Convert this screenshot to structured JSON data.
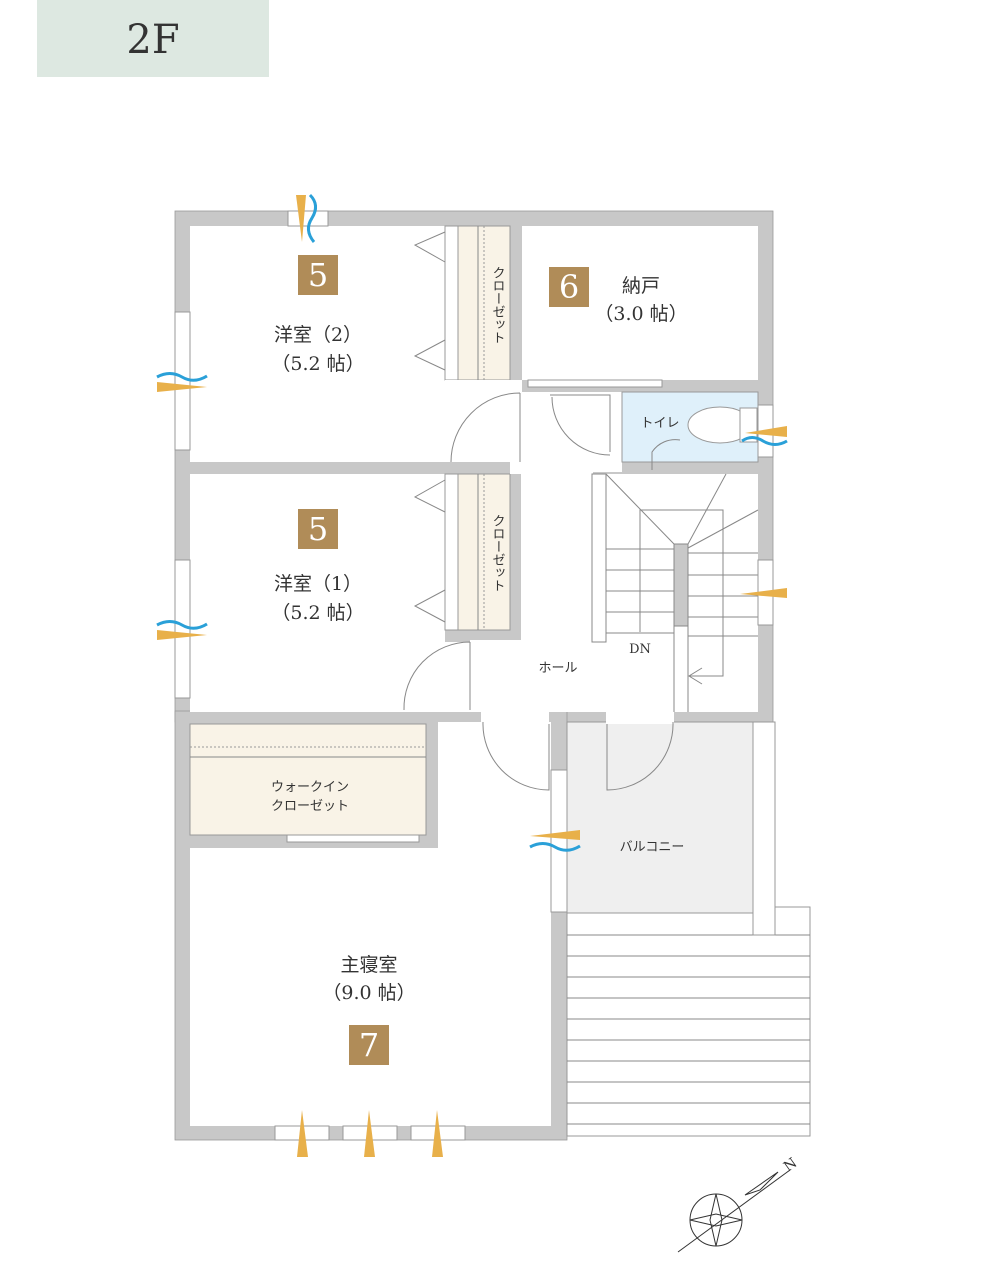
{
  "floor": "2F",
  "rooms": {
    "youshitsu2": {
      "name": "洋室（2）",
      "size": "（5.2 帖）",
      "badge": "5"
    },
    "nando": {
      "name": "納戸",
      "size": "（3.0 帖）",
      "badge": "6"
    },
    "youshitsu1": {
      "name": "洋室（1）",
      "size": "（5.2 帖）",
      "badge": "5"
    },
    "shushinshitsu": {
      "name": "主寝室",
      "size": "（9.0 帖）",
      "badge": "7"
    },
    "closet_label": "クローゼット",
    "toilet": "トイレ",
    "hall": "ホール",
    "dn": "DN",
    "wic_line1": "ウォークイン",
    "wic_line2": "クローゼット",
    "balcony": "バルコニー"
  },
  "compass": "N",
  "colors": {
    "wall": "#c8c8c8",
    "badge": "#b08c58",
    "closet": "#f9f3e7",
    "toilet": "#dff0fa",
    "balcony": "#efefef",
    "wind": "#e8b04a",
    "air": "#2aa0d8"
  }
}
